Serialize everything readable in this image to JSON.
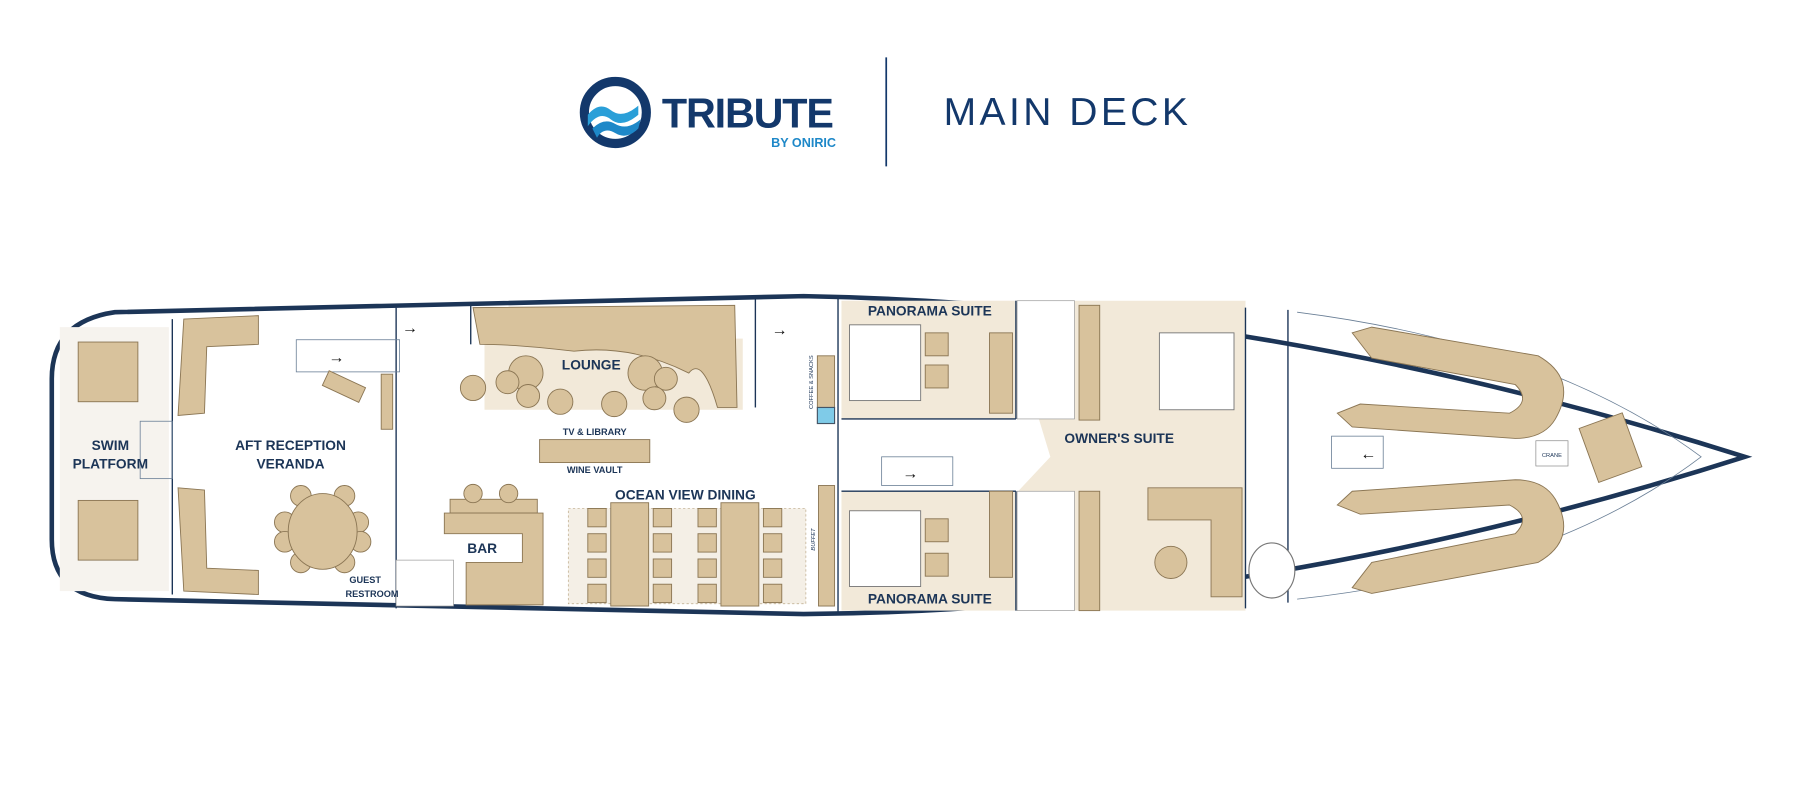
{
  "header": {
    "logo_text": "TRIBUTE",
    "logo_subtext": "BY ONIRIC",
    "title": "MAIN DECK"
  },
  "colors": {
    "navy": "#13386b",
    "hull": "#1c3557",
    "accent_blue": "#1e88c8",
    "furniture": "#d8c29c",
    "room_fill": "#f2e9d9"
  },
  "areas": {
    "swim_platform": [
      "SWIM",
      "PLATFORM"
    ],
    "aft_reception": [
      "AFT RECEPTION",
      "VERANDA"
    ],
    "lounge": "LOUNGE",
    "tv_library": "TV & LIBRARY",
    "wine_vault": "WINE VAULT",
    "ocean_view_dining": "OCEAN VIEW DINING",
    "bar": "BAR",
    "guest_restroom": [
      "GUEST",
      "RESTROOM"
    ],
    "coffee_snacks": "COFFEE & SNACKS",
    "buffet": "BUFFET",
    "panorama_suite_top": "PANORAMA SUITE",
    "panorama_suite_bottom": "PANORAMA SUITE",
    "owners_suite": "OWNER'S SUITE",
    "crane": "CRANE"
  }
}
